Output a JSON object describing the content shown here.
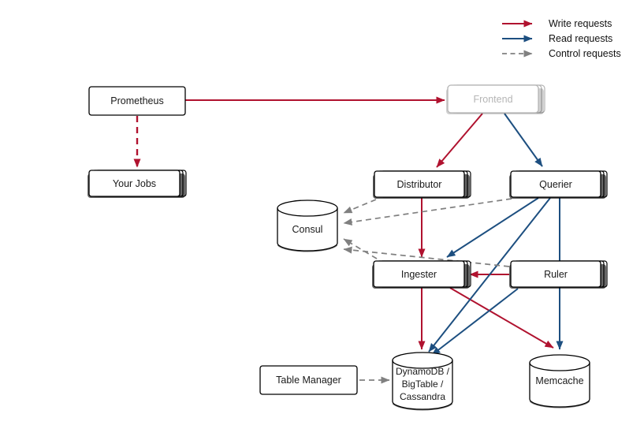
{
  "diagram": {
    "title": "Cortex-style architecture diagram",
    "colors": {
      "write": "#b0122f",
      "read": "#1d4f80",
      "control": "#808080"
    },
    "legend": [
      {
        "label": "Write requests",
        "type": "solid",
        "color": "#b0122f"
      },
      {
        "label": "Read requests",
        "type": "solid",
        "color": "#1d4f80"
      },
      {
        "label": "Control requests",
        "type": "dashed",
        "color": "#808080"
      }
    ],
    "nodes": {
      "prometheus": {
        "label": "Prometheus",
        "shape": "box"
      },
      "your_jobs": {
        "label": "Your Jobs",
        "shape": "stacked-box"
      },
      "frontend": {
        "label": "Frontend",
        "shape": "stacked-box-muted"
      },
      "distributor": {
        "label": "Distributor",
        "shape": "stacked-box"
      },
      "querier": {
        "label": "Querier",
        "shape": "stacked-box"
      },
      "consul": {
        "label": "Consul",
        "shape": "cylinder"
      },
      "ingester": {
        "label": "Ingester",
        "shape": "stacked-box"
      },
      "ruler": {
        "label": "Ruler",
        "shape": "stacked-box"
      },
      "table_manager": {
        "label": "Table Manager",
        "shape": "box"
      },
      "chunk_store": {
        "label": "DynamoDB / BigTable / Cassandra",
        "shape": "cylinder"
      },
      "memcache": {
        "label": "Memcache",
        "shape": "cylinder"
      }
    },
    "edges": [
      {
        "from": "Prometheus",
        "to": "Frontend",
        "type": "write",
        "style": "solid"
      },
      {
        "from": "Prometheus",
        "to": "Your Jobs",
        "type": "write",
        "style": "dashed"
      },
      {
        "from": "Frontend",
        "to": "Distributor",
        "type": "write",
        "style": "solid"
      },
      {
        "from": "Frontend",
        "to": "Querier",
        "type": "read",
        "style": "solid"
      },
      {
        "from": "Distributor",
        "to": "Ingester",
        "type": "write",
        "style": "solid"
      },
      {
        "from": "Querier",
        "to": "Ingester",
        "type": "read",
        "style": "solid"
      },
      {
        "from": "Ruler",
        "to": "Ingester",
        "type": "write",
        "style": "solid"
      },
      {
        "from": "Ingester",
        "to": "DynamoDB / BigTable / Cassandra",
        "type": "write",
        "style": "solid"
      },
      {
        "from": "Ingester",
        "to": "Memcache",
        "type": "write",
        "style": "solid"
      },
      {
        "from": "Querier",
        "to": "DynamoDB / BigTable / Cassandra",
        "type": "read",
        "style": "solid"
      },
      {
        "from": "Querier",
        "to": "Memcache",
        "type": "read",
        "style": "solid"
      },
      {
        "from": "Ruler",
        "to": "DynamoDB / BigTable / Cassandra",
        "type": "read",
        "style": "solid"
      },
      {
        "from": "Distributor",
        "to": "Consul",
        "type": "control",
        "style": "dashed"
      },
      {
        "from": "Querier",
        "to": "Consul",
        "type": "control",
        "style": "dashed"
      },
      {
        "from": "Ingester",
        "to": "Consul",
        "type": "control",
        "style": "dashed"
      },
      {
        "from": "Ruler",
        "to": "Consul",
        "type": "control",
        "style": "dashed"
      },
      {
        "from": "Table Manager",
        "to": "DynamoDB / BigTable / Cassandra",
        "type": "control",
        "style": "dashed"
      }
    ]
  }
}
